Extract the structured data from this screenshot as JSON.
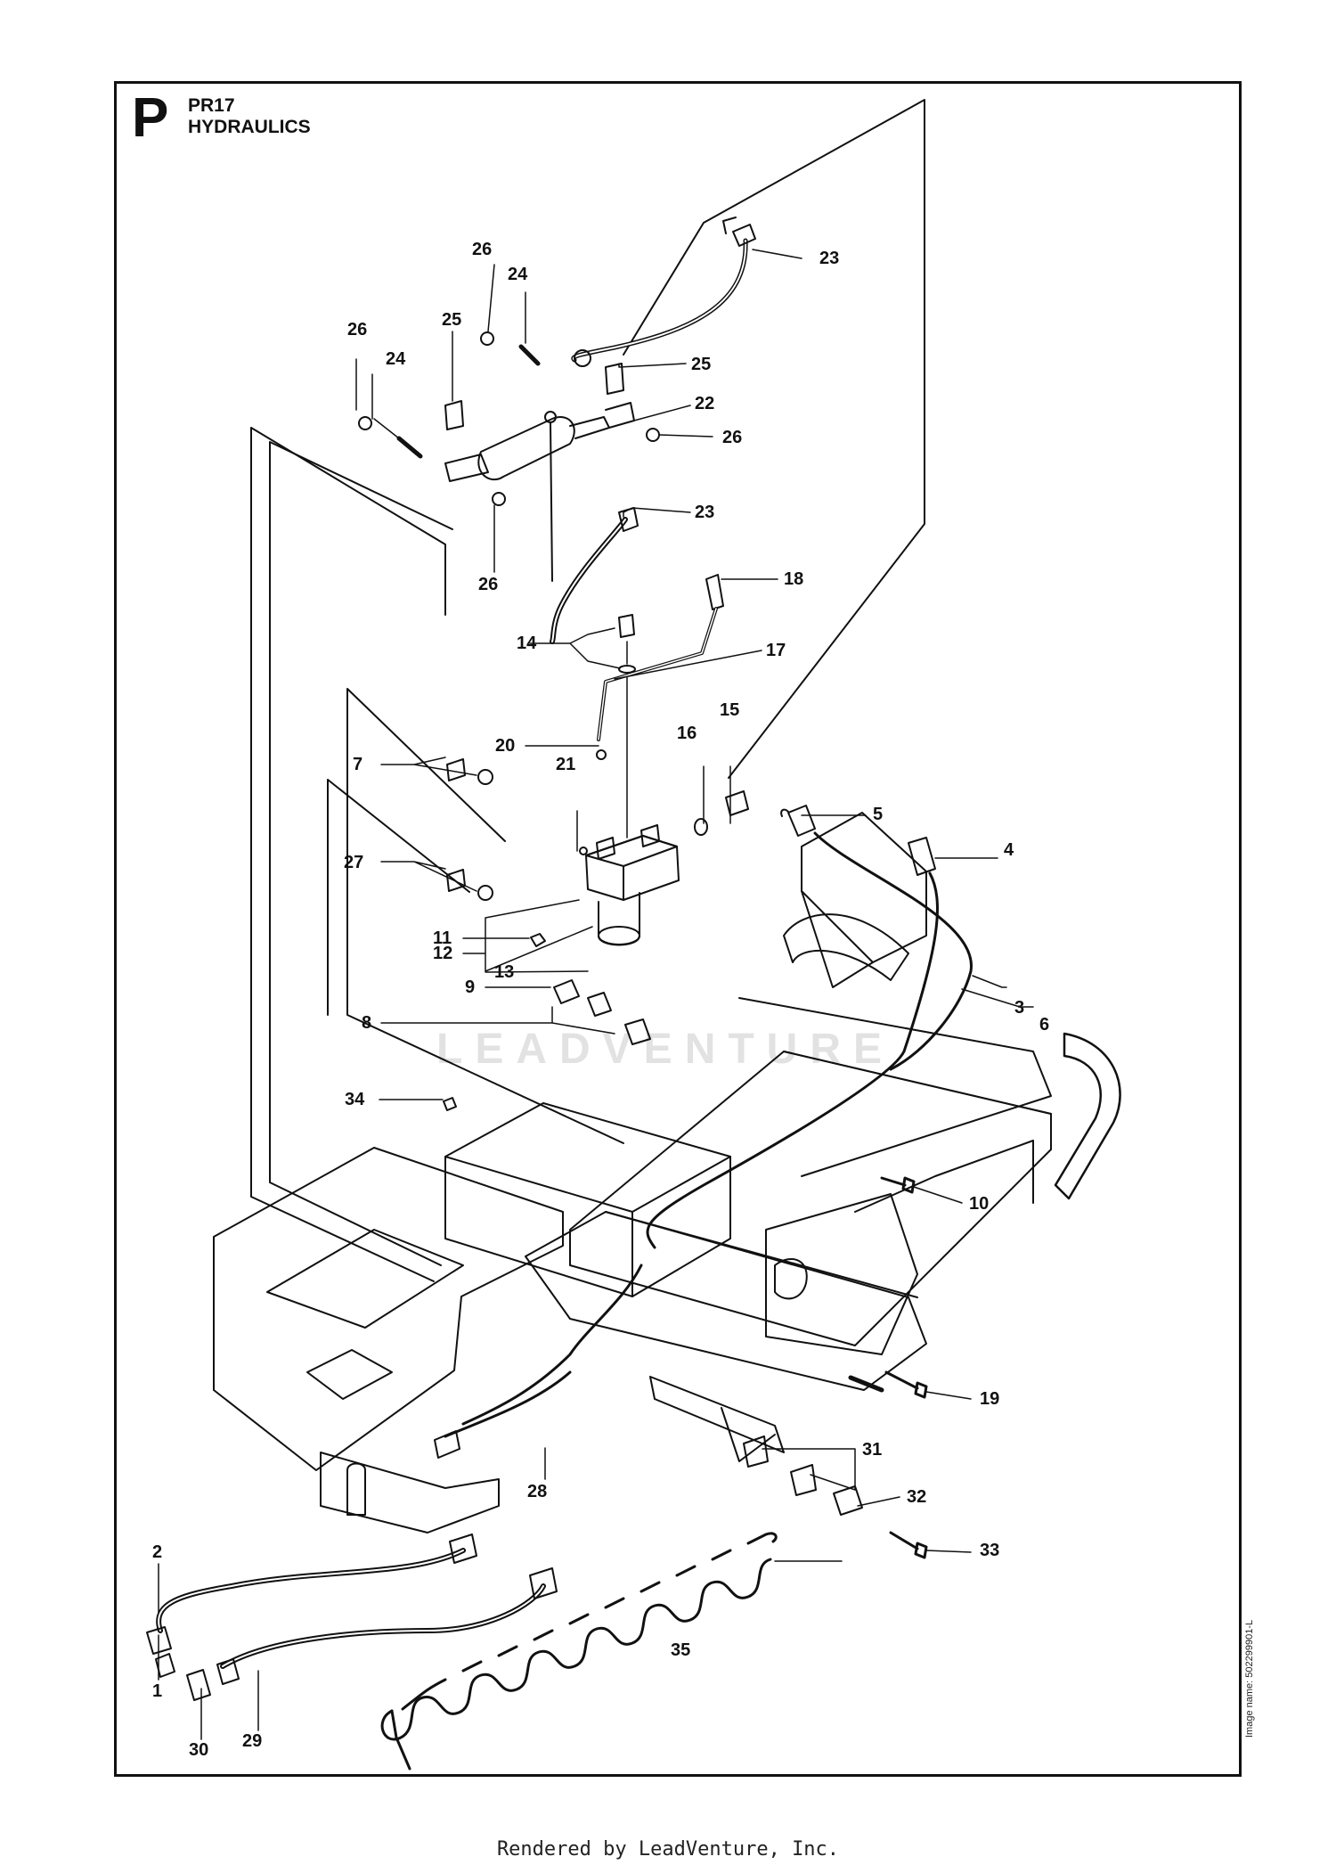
{
  "header": {
    "section_letter": "P",
    "model_code": "PR17",
    "section_title": "HYDRAULICS"
  },
  "watermark_text": "LEADVENTURE",
  "image_name": "Image name: 502299901-L",
  "footer_credit": "Rendered by LeadVenture, Inc.",
  "callouts": [
    {
      "id": "c1",
      "label": "1"
    },
    {
      "id": "c2",
      "label": "2"
    },
    {
      "id": "c3",
      "label": "3"
    },
    {
      "id": "c4",
      "label": "4"
    },
    {
      "id": "c5",
      "label": "5"
    },
    {
      "id": "c6",
      "label": "6"
    },
    {
      "id": "c7",
      "label": "7"
    },
    {
      "id": "c8",
      "label": "8"
    },
    {
      "id": "c9",
      "label": "9"
    },
    {
      "id": "c10",
      "label": "10"
    },
    {
      "id": "c11",
      "label": "11"
    },
    {
      "id": "c12",
      "label": "12"
    },
    {
      "id": "c13",
      "label": "13"
    },
    {
      "id": "c14",
      "label": "14"
    },
    {
      "id": "c15",
      "label": "15"
    },
    {
      "id": "c16",
      "label": "16"
    },
    {
      "id": "c17",
      "label": "17"
    },
    {
      "id": "c18",
      "label": "18"
    },
    {
      "id": "c19",
      "label": "19"
    },
    {
      "id": "c20",
      "label": "20"
    },
    {
      "id": "c21",
      "label": "21"
    },
    {
      "id": "c22",
      "label": "22"
    },
    {
      "id": "c23a",
      "label": "23"
    },
    {
      "id": "c23b",
      "label": "23"
    },
    {
      "id": "c24a",
      "label": "24"
    },
    {
      "id": "c24b",
      "label": "24"
    },
    {
      "id": "c25a",
      "label": "25"
    },
    {
      "id": "c25b",
      "label": "25"
    },
    {
      "id": "c26a",
      "label": "26"
    },
    {
      "id": "c26b",
      "label": "26"
    },
    {
      "id": "c26c",
      "label": "26"
    },
    {
      "id": "c26d",
      "label": "26"
    },
    {
      "id": "c27",
      "label": "27"
    },
    {
      "id": "c28",
      "label": "28"
    },
    {
      "id": "c29",
      "label": "29"
    },
    {
      "id": "c30",
      "label": "30"
    },
    {
      "id": "c31",
      "label": "31"
    },
    {
      "id": "c32",
      "label": "32"
    },
    {
      "id": "c33",
      "label": "33"
    },
    {
      "id": "c34",
      "label": "34"
    },
    {
      "id": "c35",
      "label": "35"
    }
  ]
}
